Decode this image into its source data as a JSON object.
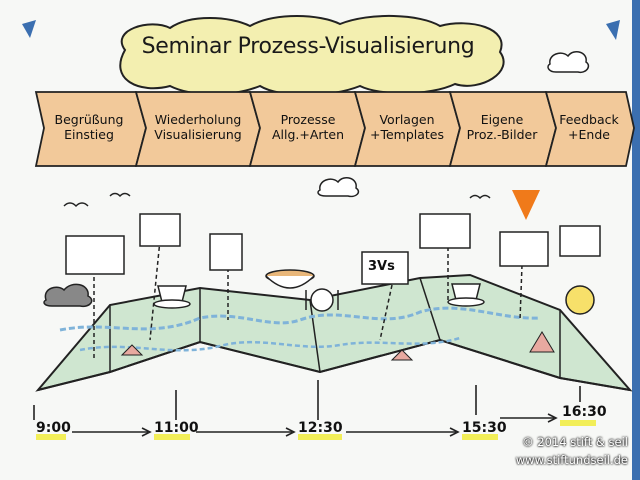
{
  "title": "Seminar Prozess-Visualisierung",
  "agenda": [
    {
      "line1": "Begrüßung",
      "line2": "Einstieg"
    },
    {
      "line1": "Wiederholung",
      "line2": "Visualisierung"
    },
    {
      "line1": "Prozesse",
      "line2": "Allg.+Arten"
    },
    {
      "line1": "Vorlagen",
      "line2": "+Templates"
    },
    {
      "line1": "Eigene",
      "line2": "Proz.-Bilder"
    },
    {
      "line1": "Feedback",
      "line2": "+Ende"
    }
  ],
  "timeline": [
    "9:00",
    "11:00",
    "12:30",
    "15:30",
    "16:30"
  ],
  "sign_label": "3Vs",
  "copyright": {
    "line1": "© 2014 stift & seil",
    "line2": "www.stiftundseil.de"
  },
  "colors": {
    "paper": "#f7f8f6",
    "title_cloud": "#f3efb0",
    "agenda_fill": "#f2c99a",
    "map_green": "#b9dcc0",
    "river": "#7fb3d9",
    "highlight": "#f1ec3c",
    "marker": "#f07a1a"
  }
}
